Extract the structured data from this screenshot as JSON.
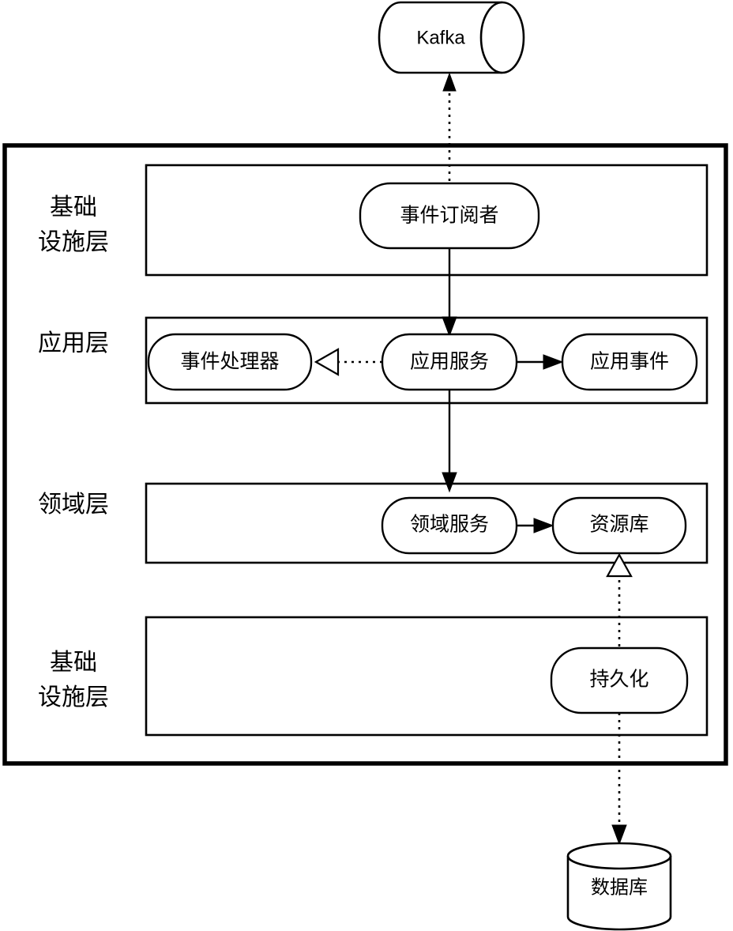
{
  "diagram": {
    "title_shapes": {
      "kafka": {
        "label": "Kafka",
        "type": "cylinder-horizontal"
      },
      "database": {
        "label": "数据库",
        "type": "cylinder-vertical"
      }
    },
    "layers": [
      {
        "id": "infrastructure-top",
        "title_line1": "基础",
        "title_line2": "设施层",
        "nodes": [
          {
            "id": "event-subscriber",
            "label": "事件订阅者"
          }
        ]
      },
      {
        "id": "application",
        "title_line1": "应用层",
        "title_line2": "",
        "nodes": [
          {
            "id": "event-handler",
            "label": "事件处理器"
          },
          {
            "id": "application-service",
            "label": "应用服务"
          },
          {
            "id": "application-event",
            "label": "应用事件"
          }
        ]
      },
      {
        "id": "domain",
        "title_line1": "领域层",
        "title_line2": "",
        "nodes": [
          {
            "id": "domain-service",
            "label": "领域服务"
          },
          {
            "id": "repository",
            "label": "资源库"
          }
        ]
      },
      {
        "id": "infrastructure-bottom",
        "title_line1": "基础",
        "title_line2": "设施层",
        "nodes": [
          {
            "id": "persistence",
            "label": "持久化"
          }
        ]
      }
    ],
    "edges": [
      {
        "id": "subscriber-to-kafka",
        "from": "事件订阅者",
        "to": "Kafka",
        "style": "dotted",
        "arrow": "filled"
      },
      {
        "id": "subscriber-to-app-service",
        "from": "事件订阅者",
        "to": "应用服务",
        "style": "solid",
        "arrow": "filled"
      },
      {
        "id": "app-service-to-event-handler",
        "from": "应用服务",
        "to": "事件处理器",
        "style": "dotted",
        "arrow": "hollow-triangle"
      },
      {
        "id": "app-service-to-app-event",
        "from": "应用服务",
        "to": "应用事件",
        "style": "solid",
        "arrow": "filled"
      },
      {
        "id": "app-service-to-domain-service",
        "from": "应用服务",
        "to": "领域服务",
        "style": "solid",
        "arrow": "filled"
      },
      {
        "id": "domain-service-to-repository",
        "from": "领域服务",
        "to": "资源库",
        "style": "solid",
        "arrow": "filled"
      },
      {
        "id": "persistence-to-repository",
        "from": "持久化",
        "to": "资源库",
        "style": "dotted",
        "arrow": "hollow-triangle"
      },
      {
        "id": "persistence-to-database",
        "from": "持久化",
        "to": "数据库",
        "style": "dotted",
        "arrow": "filled"
      }
    ],
    "colors": {
      "stroke": "#000000",
      "fill": "#ffffff",
      "background": "#ffffff"
    }
  }
}
